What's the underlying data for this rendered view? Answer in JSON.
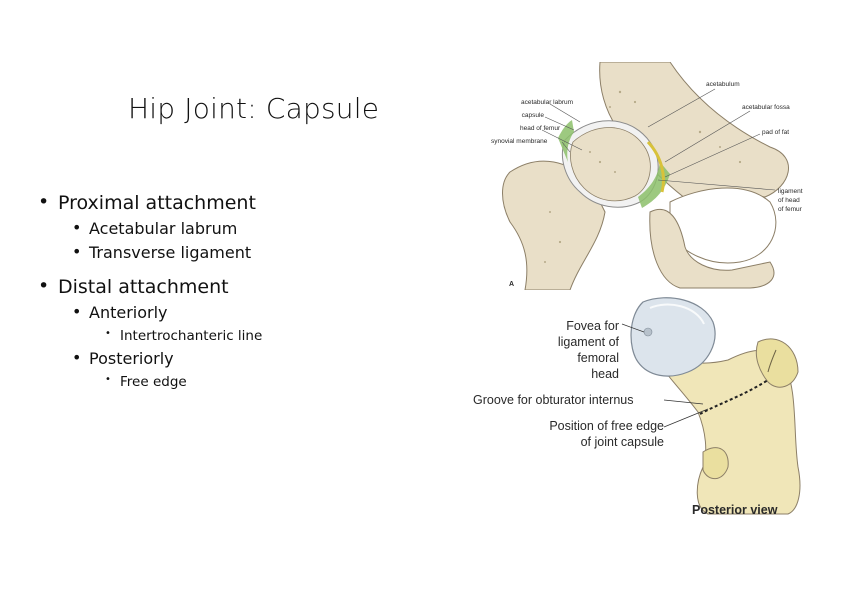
{
  "title": "Hip Joint: Capsule",
  "bullets": {
    "proximal": "Proximal attachment",
    "acetabular_labrum": "Acetabular labrum",
    "transverse_ligament": "Transverse ligament",
    "distal": "Distal attachment",
    "anteriorly": "Anteriorly",
    "intertrochanteric": "Intertrochanteric line",
    "posteriorly": "Posteriorly",
    "free_edge": "Free edge"
  },
  "figure_a": {
    "labels": {
      "acetabulum": "acetabulum",
      "acetabular_labrum": "acetabular labrum",
      "capsule": "capsule",
      "head_of_femur": "head of femur",
      "synovial_membrane": "synovial membrane",
      "acetabular_fossa": "acetabular fossa",
      "pad_of_fat": "pad of fat",
      "ligament_line1": "ligament",
      "ligament_line2": "of head",
      "ligament_line3": "of femur",
      "panel_letter": "A"
    }
  },
  "figure_b": {
    "labels": {
      "fovea_line1": "Fovea for",
      "fovea_line2": "ligament of",
      "fovea_line3": "femoral",
      "fovea_line4": "head",
      "groove": "Groove for obturator internus",
      "position_line1": "Position of free edge",
      "position_line2": "of joint capsule",
      "view": "Posterior view"
    }
  }
}
